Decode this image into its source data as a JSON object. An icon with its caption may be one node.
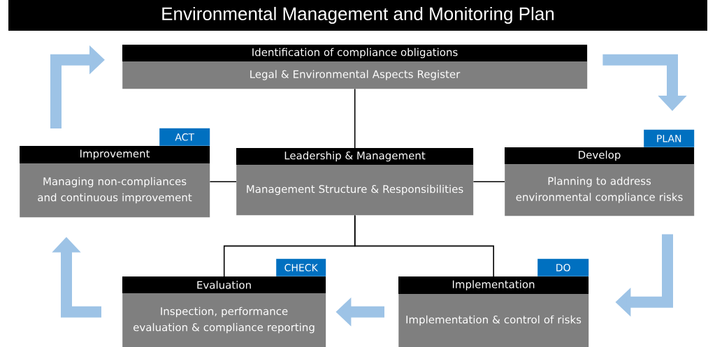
{
  "diagram": {
    "title": "Environmental Management and Monitoring Plan",
    "nodes": [
      {
        "text": [
          "Identification of compliance obligations",
          "Legal & Environmental Aspects Register"
        ]
      },
      {
        "text": [
          "Improvement",
          "Managing non-compliances and continuous improvement"
        ],
        "beside": [
          "ACT"
        ]
      },
      {
        "text": [
          "Leadership & Management",
          "Management Structure & Responsibilities"
        ]
      },
      {
        "text": [
          "Develop",
          "Planning to address environmental compliance risks"
        ],
        "beside": [
          "PLAN"
        ]
      },
      {
        "text": [
          "Evaluation",
          "Inspection, performance evaluation & compliance reporting"
        ],
        "beside": [
          "CHECK"
        ]
      },
      {
        "text": [
          "Implementation",
          "Implementation & control of risks"
        ],
        "beside": [
          "DO"
        ]
      }
    ],
    "edges": [
      {
        "from": 0,
        "to": 2,
        "arrow": "none"
      },
      {
        "from": 1,
        "to": 2,
        "arrow": "none"
      },
      {
        "from": 2,
        "to": 3,
        "arrow": "none"
      },
      {
        "from": 2,
        "to": 4,
        "arrow": "none"
      },
      {
        "from": 2,
        "to": 5,
        "arrow": "none"
      },
      {
        "from": 1,
        "to": 0,
        "arrow": "to",
        "style": "thick",
        "color": "#9dc3e6"
      },
      {
        "from": 0,
        "to": 3,
        "arrow": "to",
        "style": "thick",
        "color": "#9dc3e6"
      },
      {
        "from": 3,
        "to": 5,
        "arrow": "to",
        "style": "thick",
        "color": "#9dc3e6"
      },
      {
        "from": 5,
        "to": 4,
        "arrow": "to",
        "style": "thick",
        "color": "#9dc3e6"
      },
      {
        "from": 4,
        "to": 1,
        "arrow": "to",
        "style": "thick",
        "color": "#9dc3e6"
      }
    ]
  }
}
